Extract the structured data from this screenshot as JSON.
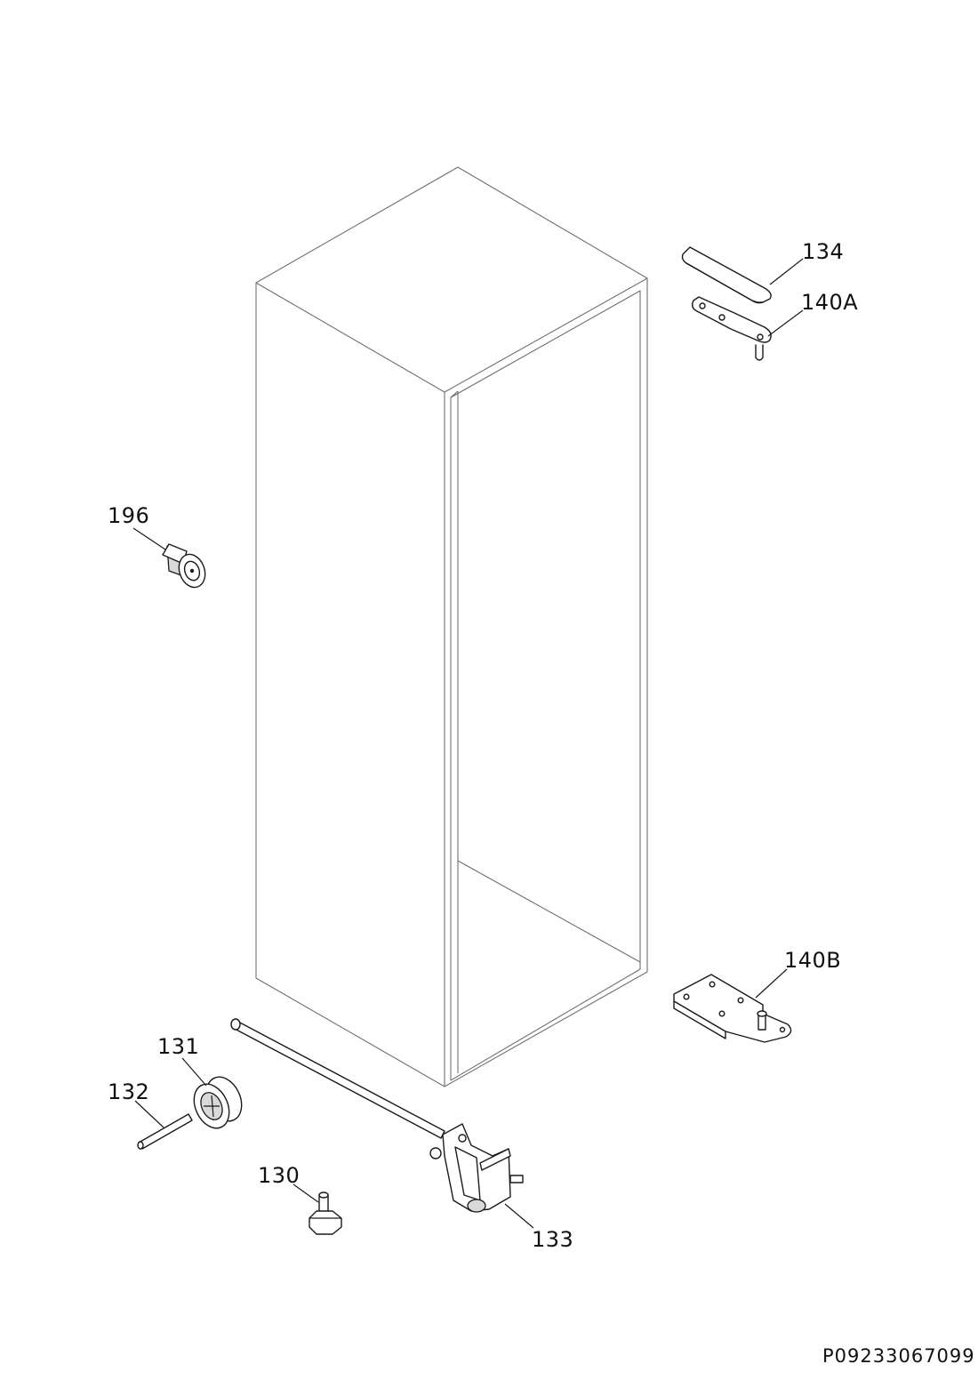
{
  "callouts": {
    "c134": "134",
    "c140a": "140A",
    "c196": "196",
    "c140b": "140B",
    "c131": "131",
    "c132": "132",
    "c130": "130",
    "c133": "133"
  },
  "document_id": "P09233067099"
}
